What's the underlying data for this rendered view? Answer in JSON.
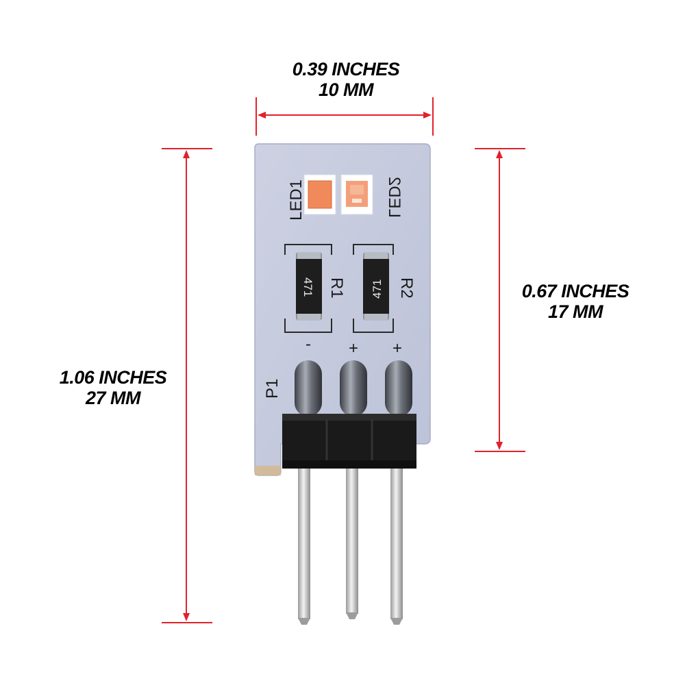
{
  "dimensions": {
    "width": {
      "inches": "0.39 INCHES",
      "mm": "10 MM"
    },
    "height": {
      "inches": "1.06 INCHES",
      "mm": "27 MM"
    },
    "board": {
      "inches": "0.67 INCHES",
      "mm": "17 MM"
    }
  },
  "board_labels": {
    "led1": "LED1",
    "led2": "LED2",
    "r1": "R1",
    "r2": "R2",
    "r1_code": "471",
    "r2_code": "471",
    "p1": "P1",
    "pin_minus": "-",
    "pin_plus_1": "+",
    "pin_plus_2": "+"
  },
  "colors": {
    "dimension_line": "#e0212b",
    "pcb": "#c3c8dc",
    "led": "#f08a5a",
    "header": "#1a1a1a",
    "pins": "#cfcfcf"
  }
}
